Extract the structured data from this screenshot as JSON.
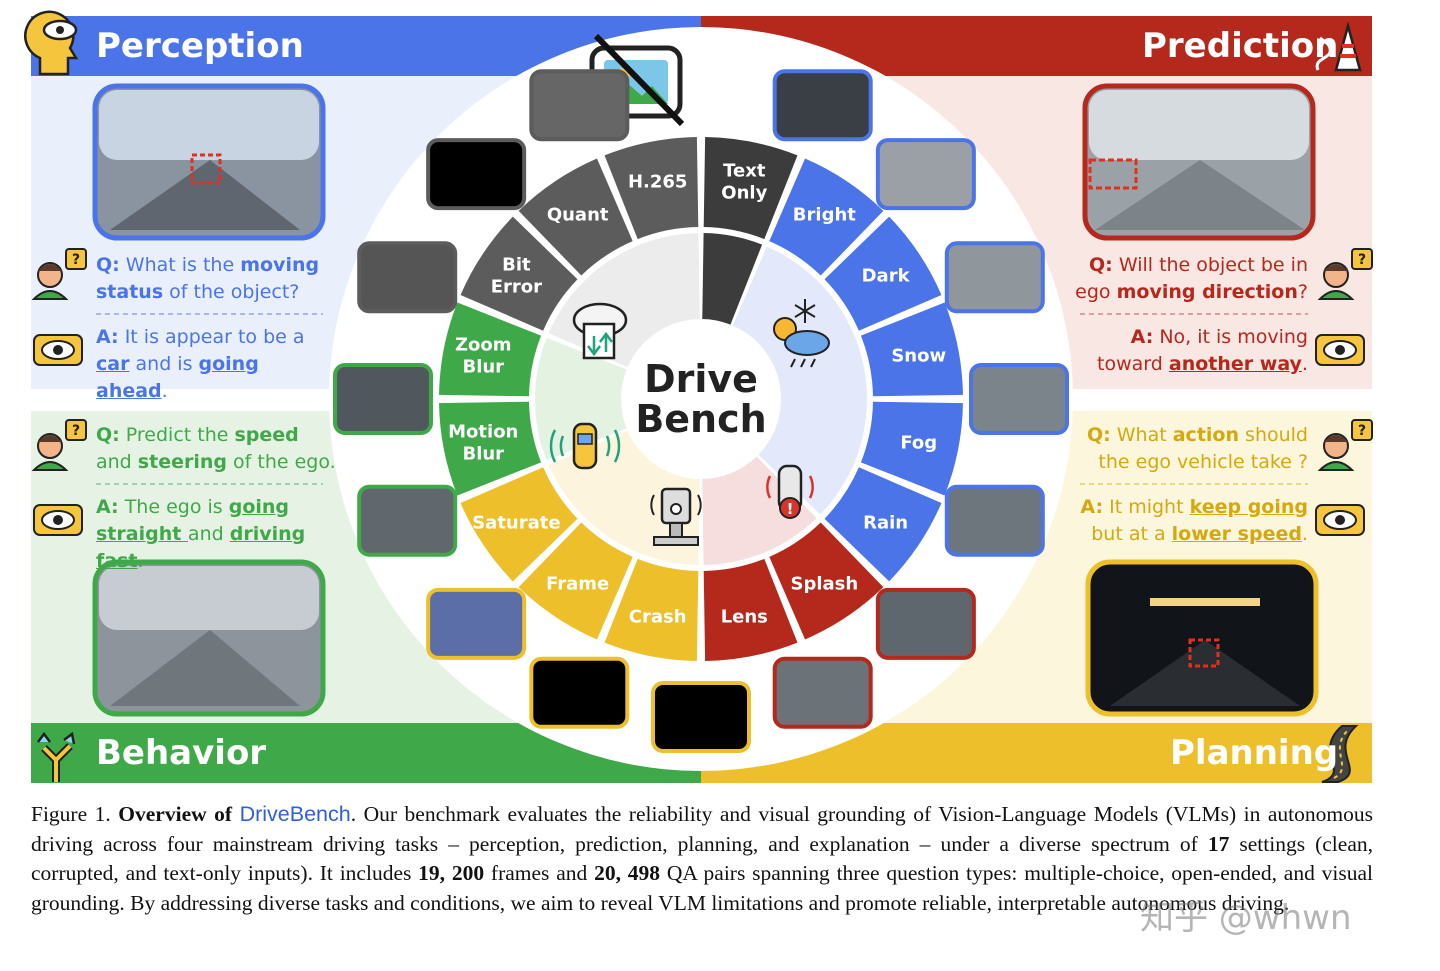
{
  "colors": {
    "perception": "#4a74e8",
    "prediction": "#b5281c",
    "behavior": "#3fa848",
    "planning": "#edbf2a",
    "text_only": "#3c3c3c",
    "digital": "#5c5c5c"
  },
  "banners": {
    "perception": "Perception",
    "prediction": "Prediction",
    "behavior": "Behavior",
    "planning": "Planning"
  },
  "hub": {
    "line1": "Drive",
    "line2": "Bench"
  },
  "segments": [
    {
      "label": "Text\nOnly",
      "group": "text_only"
    },
    {
      "label": "Bright",
      "group": "perception"
    },
    {
      "label": "Dark",
      "group": "perception"
    },
    {
      "label": "Snow",
      "group": "perception"
    },
    {
      "label": "Fog",
      "group": "perception"
    },
    {
      "label": "Rain",
      "group": "perception"
    },
    {
      "label": "Splash",
      "group": "prediction"
    },
    {
      "label": "Lens",
      "group": "prediction"
    },
    {
      "label": "Crash",
      "group": "planning"
    },
    {
      "label": "Frame",
      "group": "planning"
    },
    {
      "label": "Saturate",
      "group": "planning"
    },
    {
      "label": "Motion\nBlur",
      "group": "behavior"
    },
    {
      "label": "Zoom\nBlur",
      "group": "behavior"
    },
    {
      "label": "Bit\nError",
      "group": "digital"
    },
    {
      "label": "Quant",
      "group": "digital"
    },
    {
      "label": "H.265",
      "group": "digital"
    }
  ],
  "qa": {
    "perception": {
      "q1": "Q:",
      "q2": " What is the ",
      "q3": "moving",
      "q4": "status",
      "q5": " of the object?",
      "a1": "A:",
      "a2": " It is appear to be a",
      "a3": "car",
      "a4": " and is ",
      "a5": "going ahead",
      "a6": "."
    },
    "behavior": {
      "q1": "Q:",
      "q2": " Predict the ",
      "q3": "speed",
      "q4": "and ",
      "q5": "steering",
      "q6": " of the ego.",
      "a1": "A:",
      "a2": " The ego is ",
      "a3": "going",
      "a4": "straight ",
      "a5": "and ",
      "a6": "driving fast",
      "a7": "."
    },
    "prediction": {
      "q1": "Q:",
      "q2": " Will the object be in",
      "q3": "ego ",
      "q4": "moving direction",
      "q5": "?",
      "a1": "A:",
      "a2": " No, it is moving",
      "a3": "toward ",
      "a4": "another way",
      "a5": "."
    },
    "planning": {
      "q1": "Q:",
      "q2": " What ",
      "q3": "action",
      "q4": " should",
      "q5": "the ego vehicle take ?",
      "a1": "A:",
      "a2": " It might ",
      "a3": "keep going",
      "a4": "but at a ",
      "a5": "lower speed",
      "a6": "."
    }
  },
  "caption": {
    "fig": "Figure 1. ",
    "bold1": "Overview of ",
    "brand": "DriveBench",
    "t1": ". Our benchmark evaluates the reliability and visual grounding of Vision-Language Models (VLMs) in autonomous driving across four mainstream driving tasks – perception, prediction, planning, and explanation – under a diverse spectrum of ",
    "n17": "17",
    "t2": " settings (clean, corrupted, and text-only inputs). It includes ",
    "n19200": "19, 200",
    "t3": " frames and ",
    "n20498": "20, 498",
    "t4": " QA pairs spanning three question types: multiple-choice, open-ended, and visual grounding. By addressing diverse tasks and conditions, we aim to reveal VLM limitations and promote reliable, interpretable autonomous driving."
  },
  "watermark": "知乎 @whwn"
}
